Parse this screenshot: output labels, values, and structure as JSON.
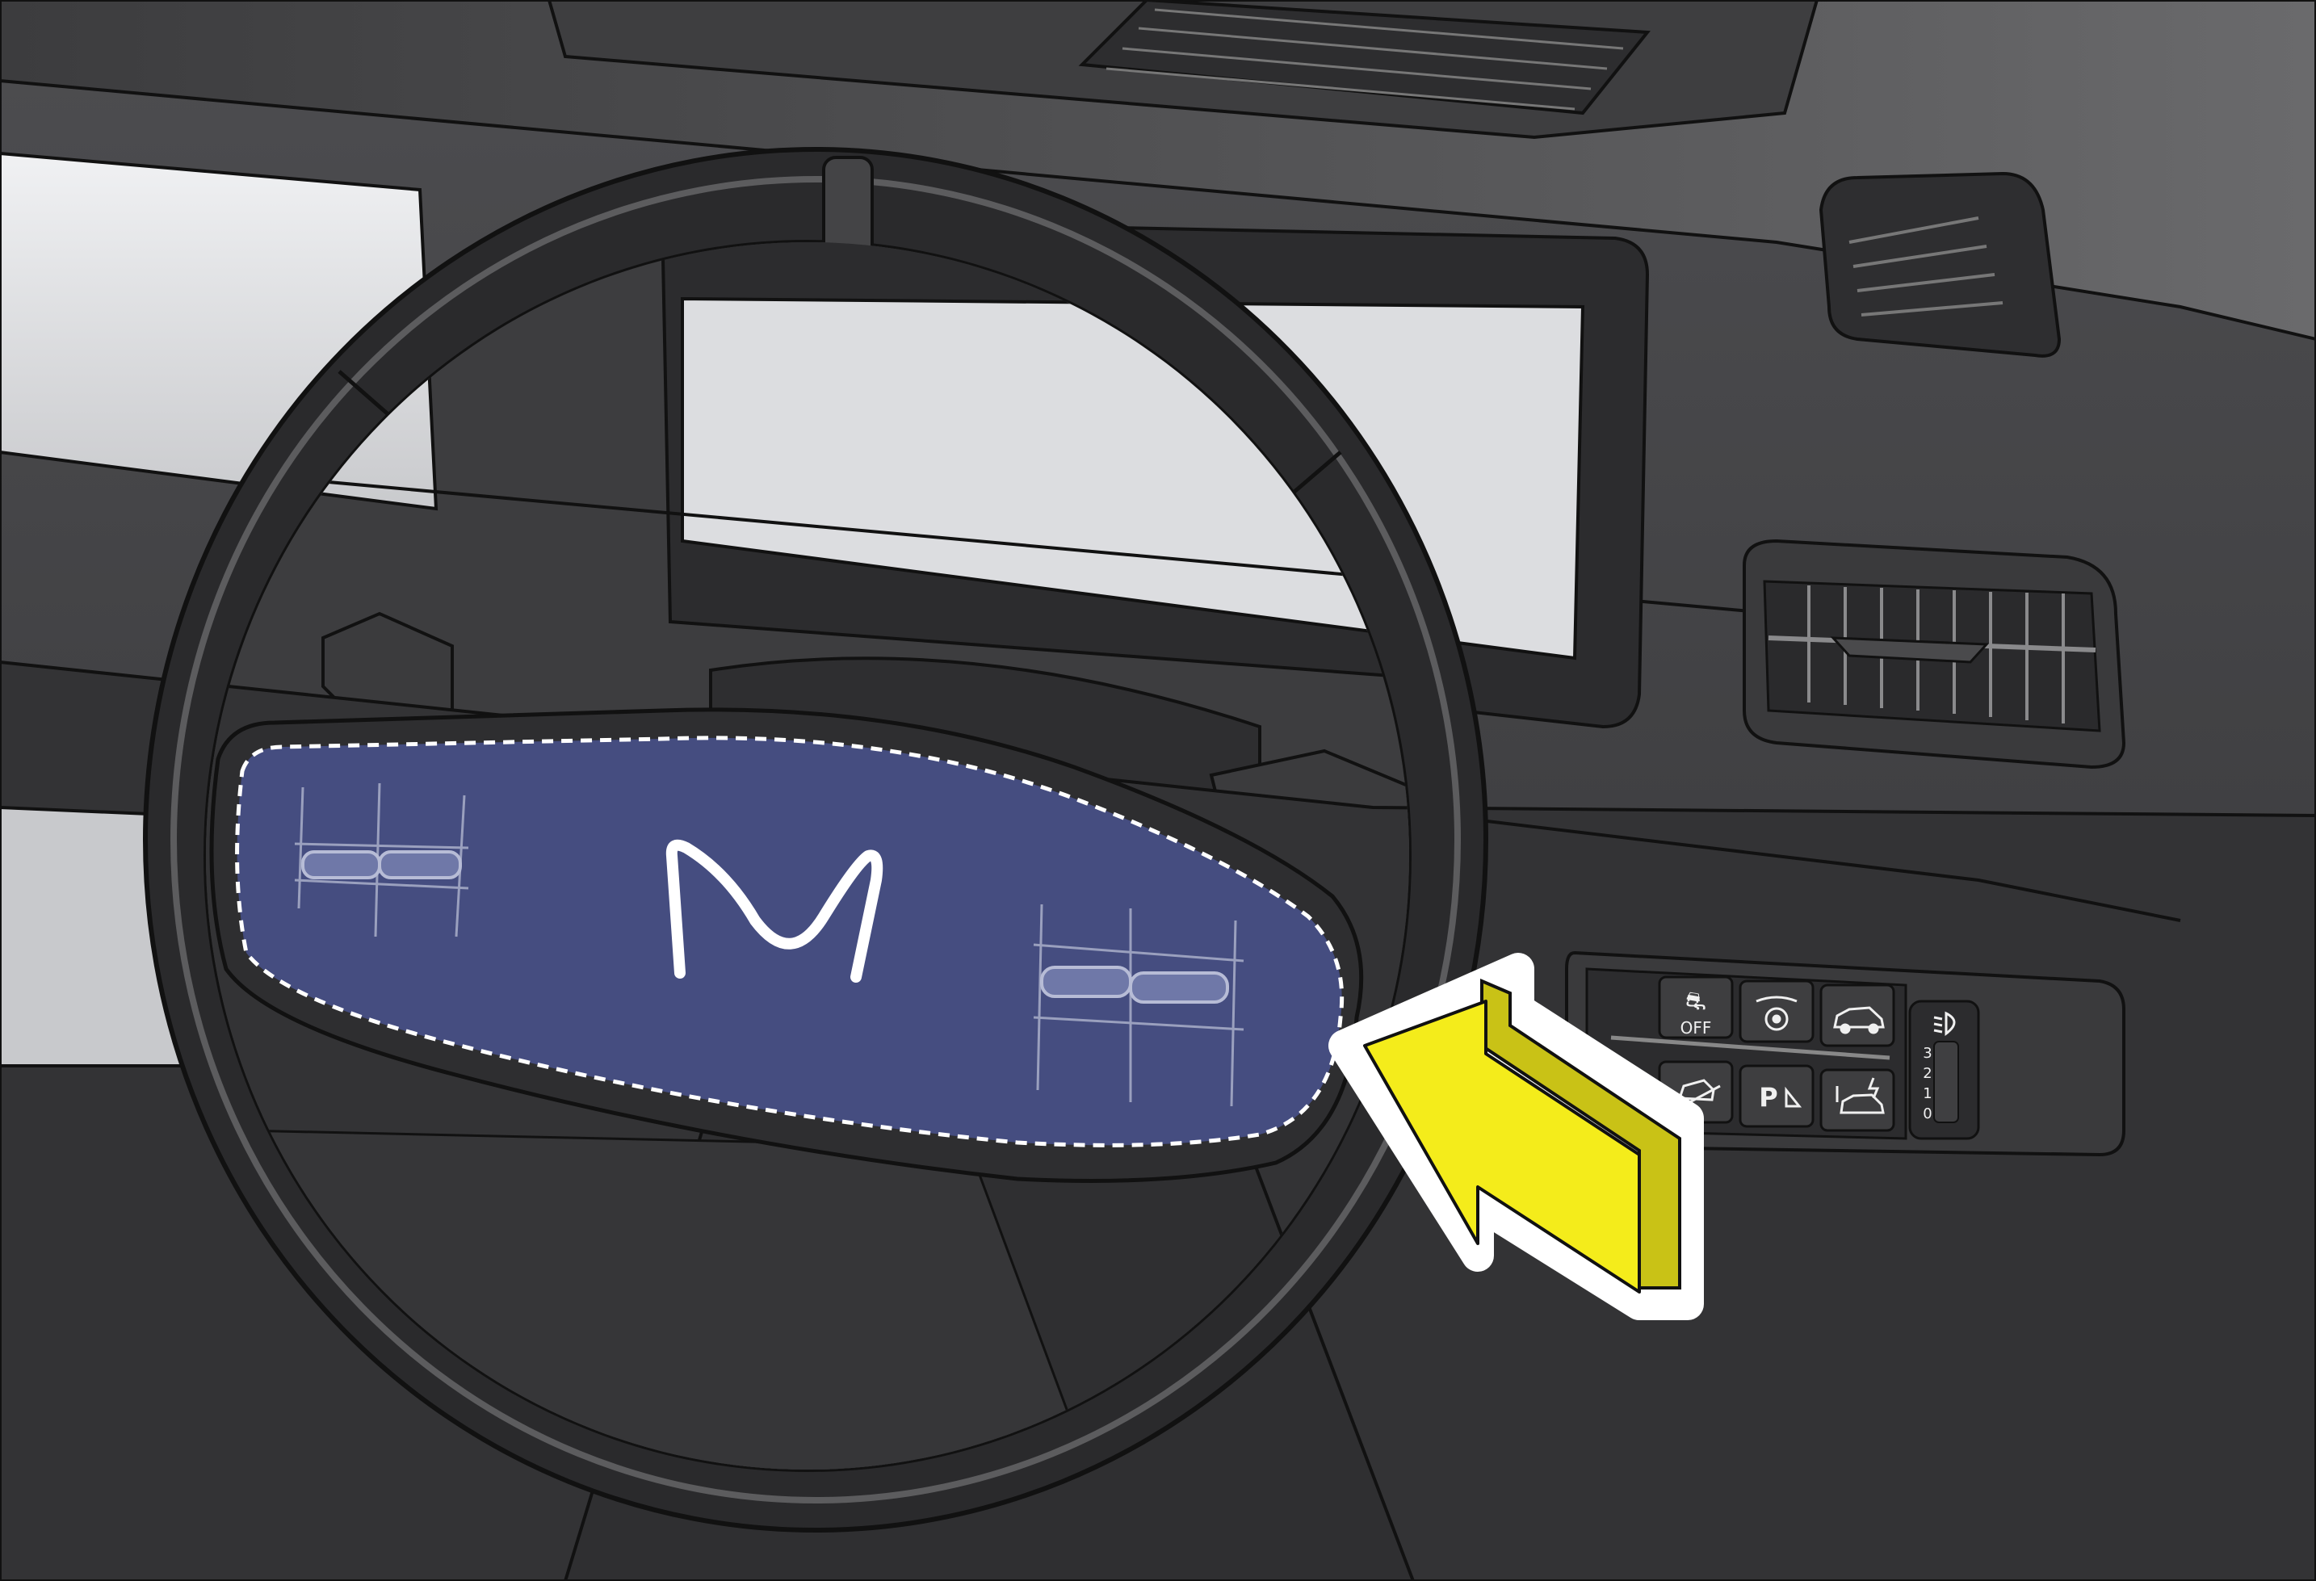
{
  "colors": {
    "background": "#ffffff",
    "dashboard_dark": "#3a3a3c",
    "dashboard_mid": "#4a4a4c",
    "dashboard_light": "#5e5e60",
    "outline": "#111111",
    "window_glass": "#dcdde0",
    "airbag_highlight": "#454d80",
    "dashed_outline": "#ffffff",
    "arrow_fill": "#f4ec1b",
    "arrow_side": "#c9c216"
  },
  "icons": {
    "brand": "brand-logo-icon",
    "airbag_zone": "airbag-zone-highlight",
    "callout": "callout-arrow-icon"
  },
  "switch_panel": {
    "keys": [
      {
        "icon": "traction-control-off-icon",
        "label": "OFF"
      },
      {
        "icon": "front-camera-icon",
        "label": ""
      },
      {
        "icon": "vehicle-view-icon",
        "label": ""
      },
      {
        "icon": "hill-descent-icon",
        "label": ""
      },
      {
        "icon": "park-assist-icon",
        "label": "P"
      },
      {
        "icon": "charge-icon",
        "label": ""
      }
    ],
    "headlamp_dial": [
      "3",
      "2",
      "1",
      "0"
    ]
  }
}
